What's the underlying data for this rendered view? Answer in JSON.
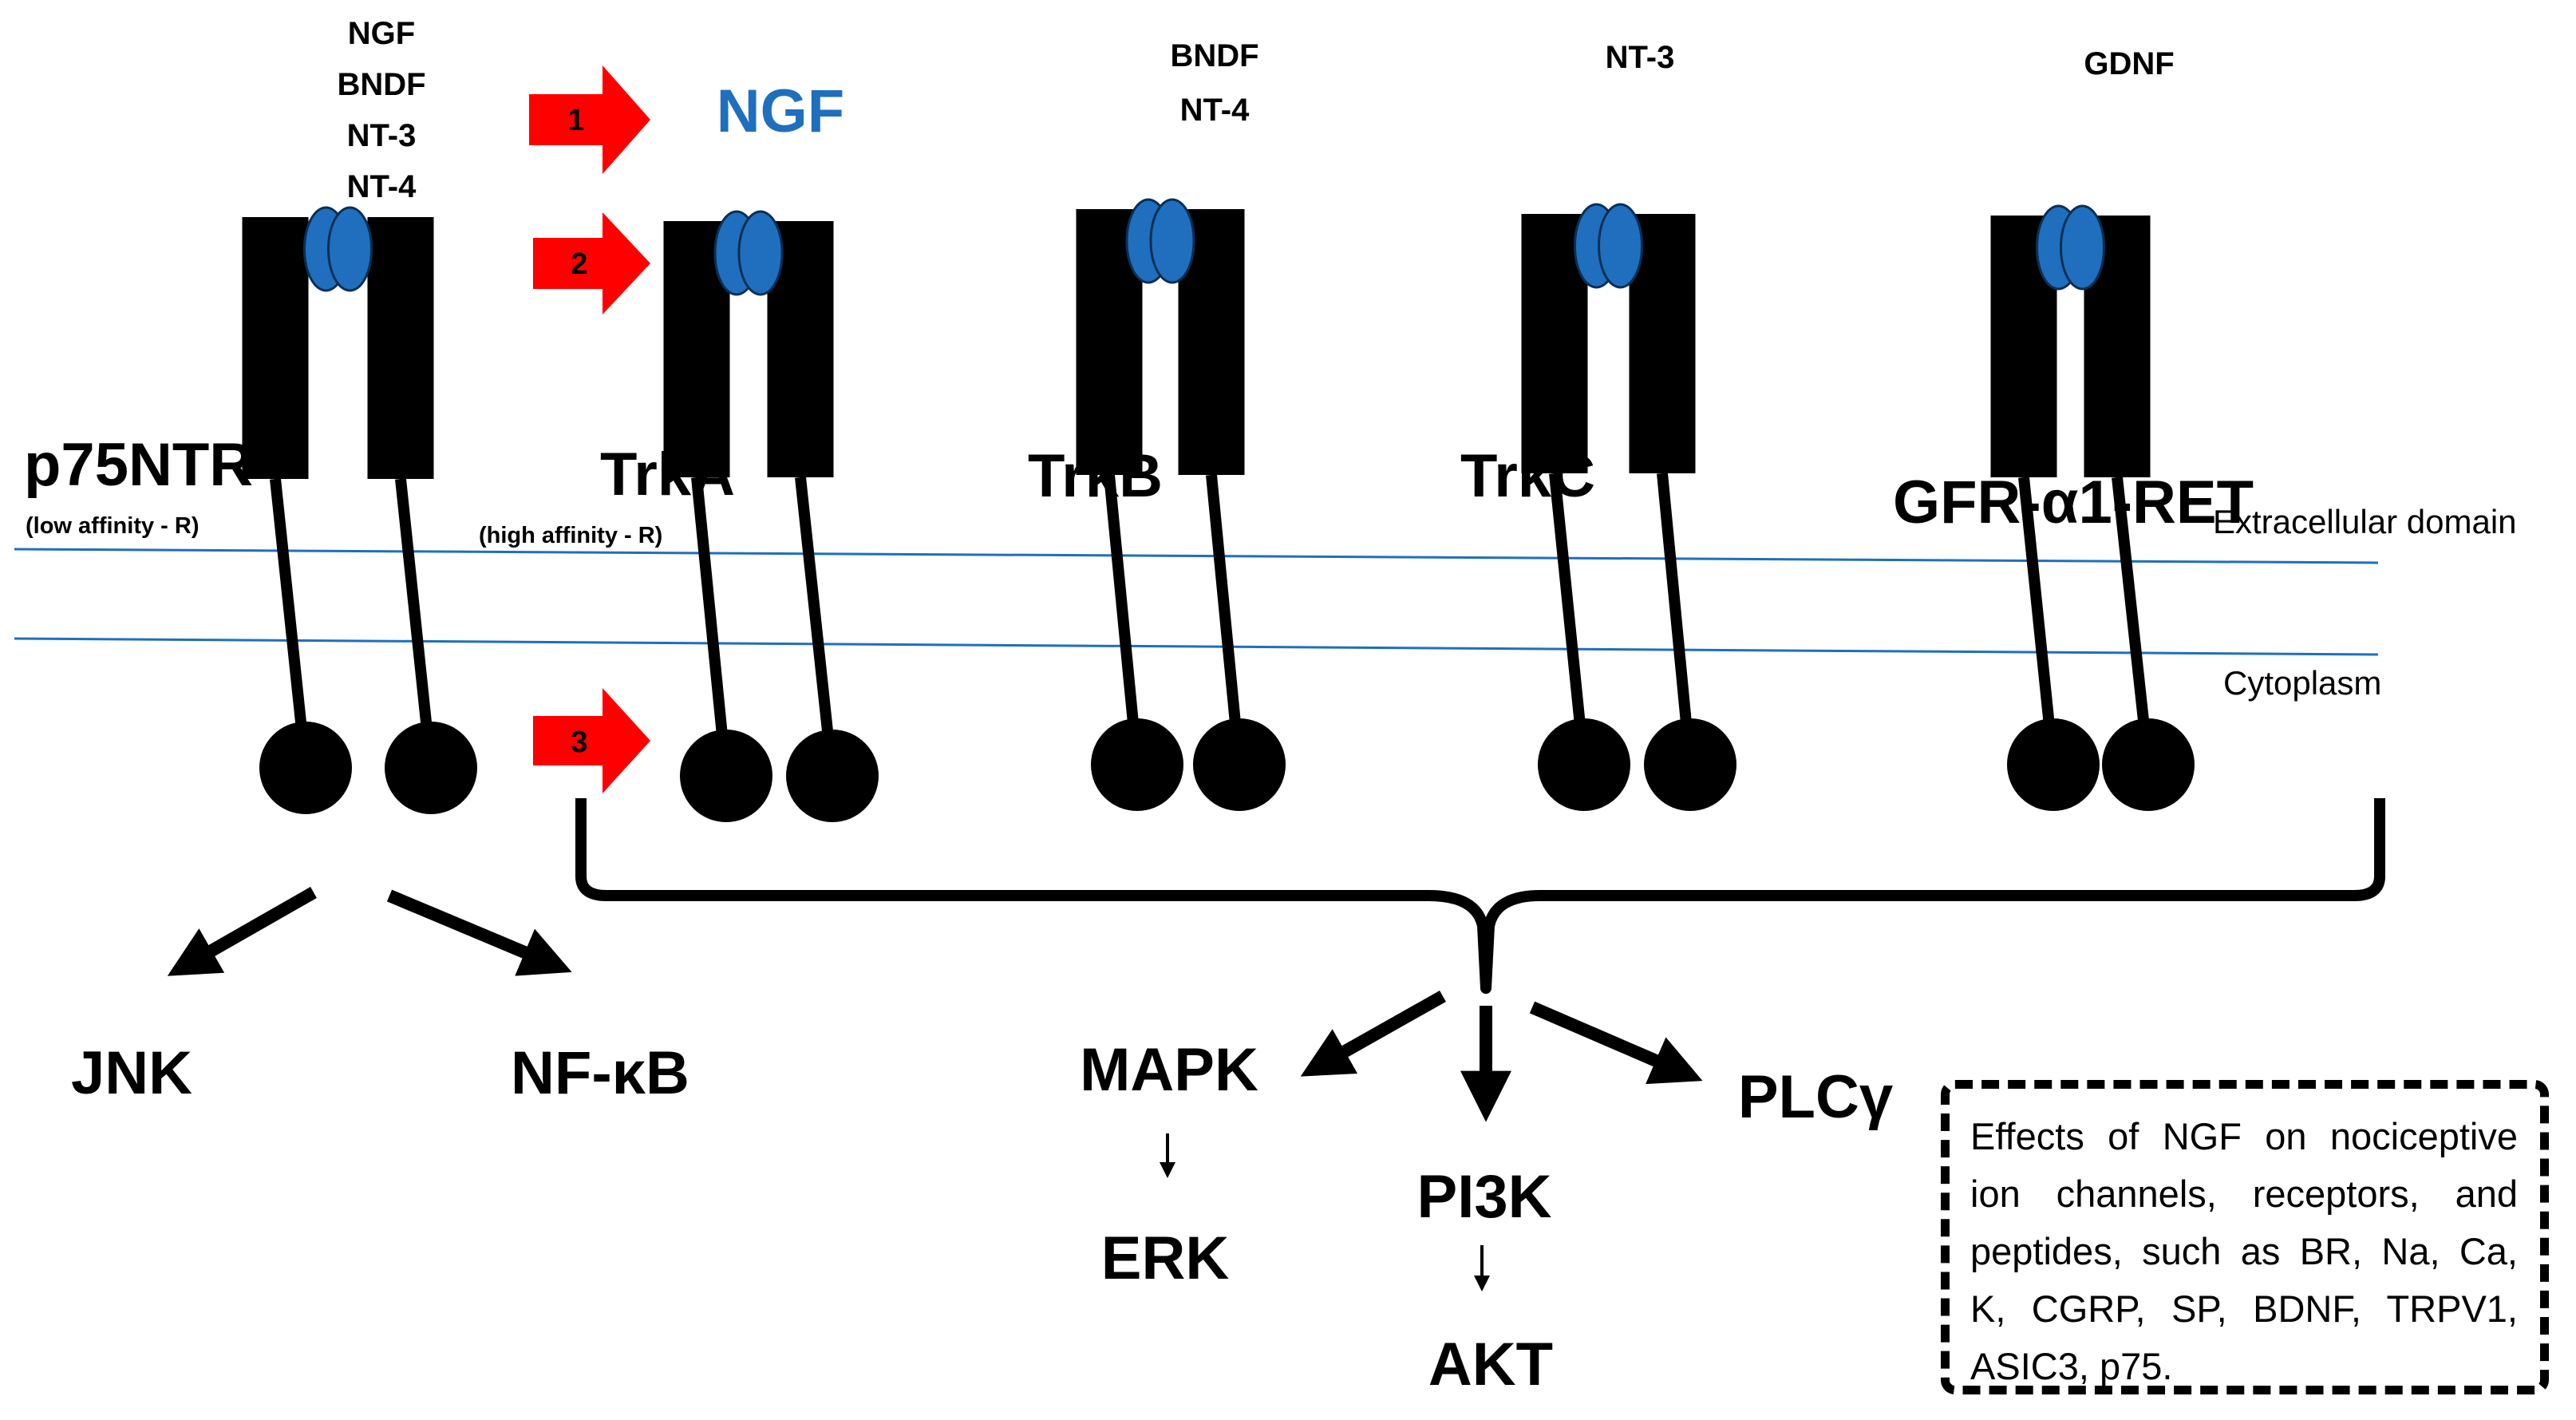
{
  "receptors": [
    {
      "id": "p75ntr",
      "name": "p75NTR",
      "affinity": "(low affinity - R)",
      "ligands": [
        "NGF",
        "BNDF",
        "NT-3",
        "NT-4"
      ]
    },
    {
      "id": "trka",
      "name": "TrkA",
      "affinity": "(high affinity - R)",
      "ligands": [
        "NGF"
      ]
    },
    {
      "id": "trkb",
      "name": "TrkB",
      "affinity": "",
      "ligands": [
        "BNDF",
        "NT-4"
      ]
    },
    {
      "id": "trkc",
      "name": "TrkC",
      "affinity": "",
      "ligands": [
        "NT-3"
      ]
    },
    {
      "id": "gfra1ret",
      "name": "GFR-α1-RET",
      "affinity": "",
      "ligands": [
        "GDNF"
      ]
    }
  ],
  "steps": [
    "1",
    "2",
    "3"
  ],
  "domains": {
    "extracellular": "Extracellular domain",
    "cytoplasm": "Cytoplasm"
  },
  "pathways": {
    "jnk": "JNK",
    "nfkb": "NF-κB",
    "mapk": "MAPK",
    "erk": "ERK",
    "pi3k": "PI3K",
    "akt": "AKT",
    "plcg": "PLCγ"
  },
  "effects_text": "Effects of NGF on nociceptive ion channels, receptors, and peptides, such as BR, Na, Ca, K, CGRP, SP, BDNF, TRPV1, ASIC3, p75.",
  "colors": {
    "ligand": "#1f6fbe",
    "arrow": "#ff0000",
    "membrane": "#1f6fbe",
    "receptor": "#000000"
  }
}
